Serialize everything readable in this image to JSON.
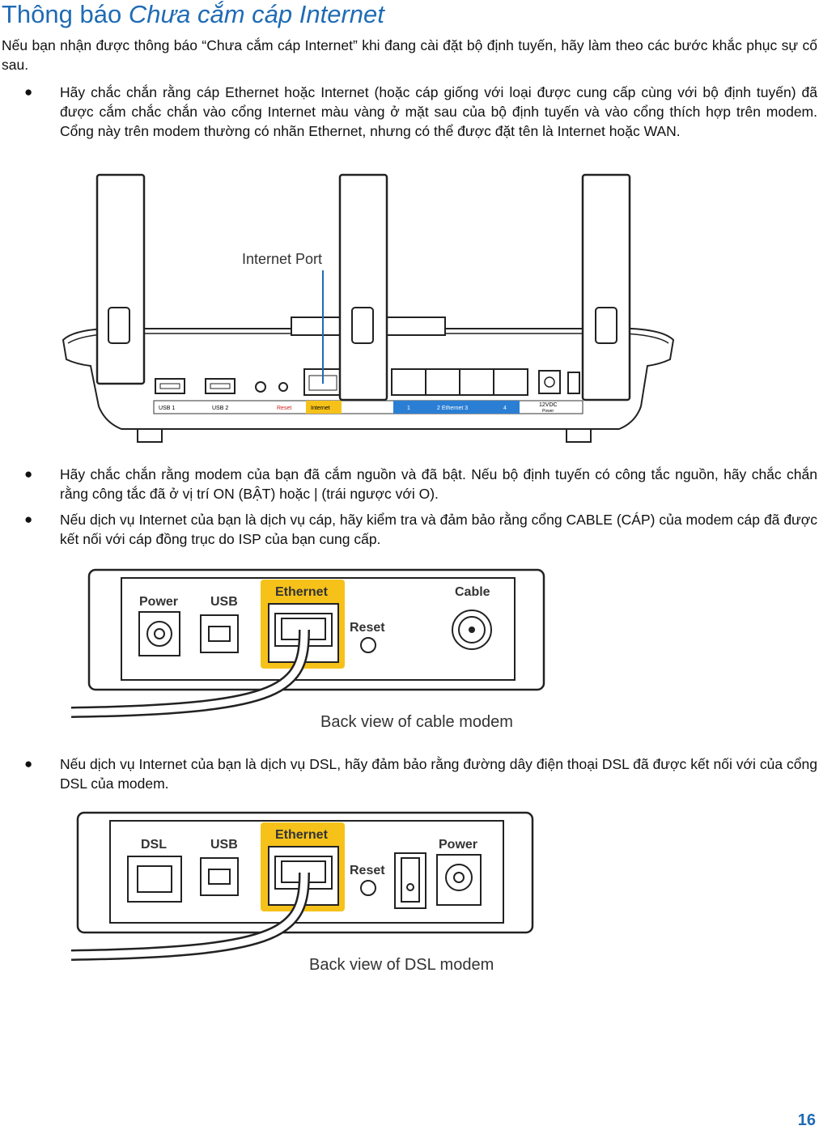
{
  "title": {
    "normal": "Thông báo ",
    "italic": "Chưa cắm cáp Internet"
  },
  "intro": "Nếu bạn nhận được thông báo “Chưa cắm cáp Internet” khi đang cài đặt bộ định tuyến, hãy làm theo các bước khắc phục sự cố sau.",
  "bullets": [
    "Hãy chắc chắn rằng cáp Ethernet hoặc Internet (hoặc cáp giống với loại được cung cấp cùng với bộ định tuyến) đã được cắm chắc chắn vào cổng Internet màu vàng ở mặt sau của bộ định tuyến và vào cổng thích hợp trên modem. Cổng này trên modem thường có nhãn Ethernet, nhưng có thể được đặt tên là Internet hoặc WAN.",
    "Hãy chắc chắn rằng modem của bạn đã cắm nguồn và đã bật. Nếu bộ định tuyến có công tắc nguồn, hãy chắc chắn rằng công tắc đã ở vị trí ON (BẬT) hoặc | (trái ngược với O).",
    "Nếu dịch vụ Internet của bạn là dịch vụ cáp, hãy kiểm tra và đảm bảo rằng cổng CABLE (CÁP) của modem cáp đã được kết nối với cáp đồng trục do ISP của bạn cung cấp.",
    "Nếu dịch vụ Internet của bạn là dịch vụ DSL, hãy đảm bảo rằng đường dây điện thoại DSL đã được kết nối với của cổng DSL của modem."
  ],
  "router": {
    "callout": "Internet Port",
    "labels": {
      "usb1": "USB 1",
      "usb2": "USB 2",
      "reset": "Reset",
      "internet": "Internet",
      "eth1": "1",
      "eth_mid": "2  Ethernet  3",
      "eth4": "4",
      "power": "12VDC",
      "power_sub": "Power"
    }
  },
  "cable_modem": {
    "labels": {
      "power": "Power",
      "usb": "USB",
      "ethernet": "Ethernet",
      "reset": "Reset",
      "cable": "Cable"
    },
    "caption": "Back view of cable modem"
  },
  "dsl_modem": {
    "labels": {
      "dsl": "DSL",
      "usb": "USB",
      "ethernet": "Ethernet",
      "reset": "Reset",
      "power": "Power"
    },
    "caption": "Back view of DSL modem"
  },
  "page_number": "16",
  "colors": {
    "heading": "#1f6bb5",
    "ethernet_yellow": "#f6c21a",
    "lan_blue": "#2a7fd4"
  }
}
